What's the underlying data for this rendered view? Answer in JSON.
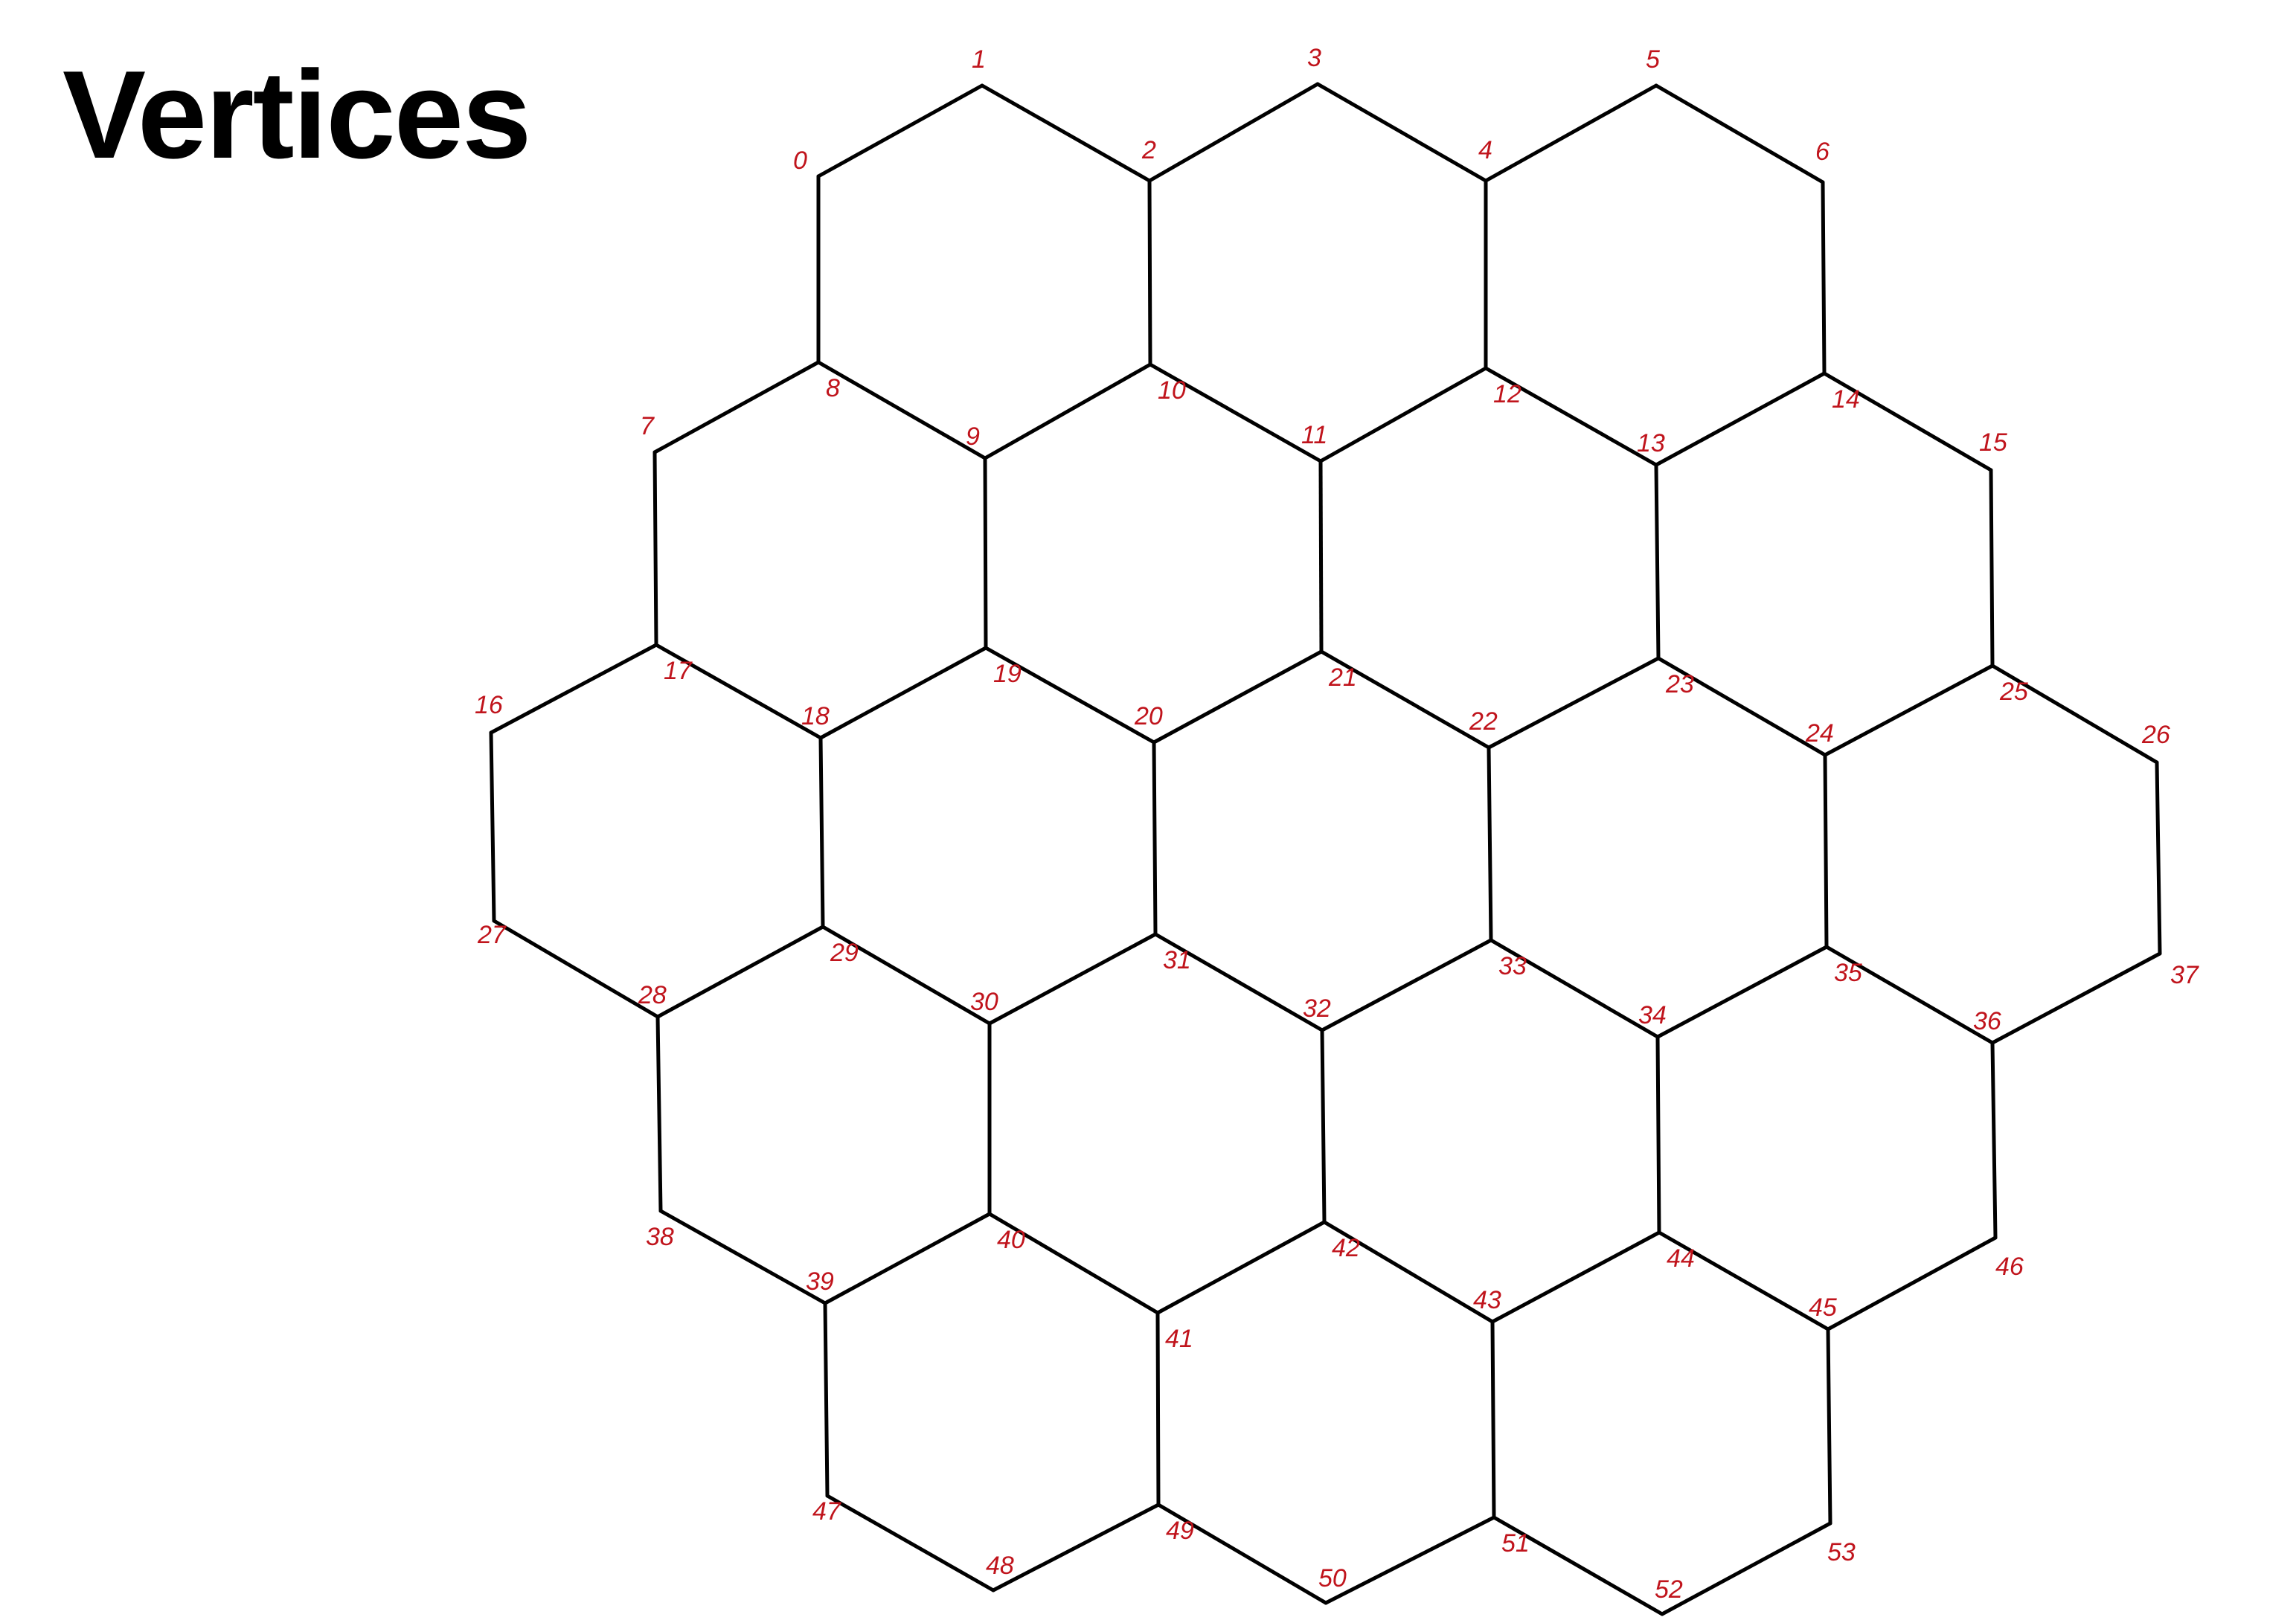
{
  "title": "Vertices",
  "colors": {
    "edges": "#000000",
    "labels": "#c0141c",
    "background": "#ffffff"
  },
  "vertices": [
    {
      "id": "0"
    },
    {
      "id": "1"
    },
    {
      "id": "2"
    },
    {
      "id": "3"
    },
    {
      "id": "4"
    },
    {
      "id": "5"
    },
    {
      "id": "6"
    },
    {
      "id": "7"
    },
    {
      "id": "8"
    },
    {
      "id": "9"
    },
    {
      "id": "10"
    },
    {
      "id": "11"
    },
    {
      "id": "12"
    },
    {
      "id": "13"
    },
    {
      "id": "14"
    },
    {
      "id": "15"
    },
    {
      "id": "16"
    },
    {
      "id": "17"
    },
    {
      "id": "18"
    },
    {
      "id": "19"
    },
    {
      "id": "20"
    },
    {
      "id": "21"
    },
    {
      "id": "22"
    },
    {
      "id": "23"
    },
    {
      "id": "24"
    },
    {
      "id": "25"
    },
    {
      "id": "26"
    },
    {
      "id": "27"
    },
    {
      "id": "28"
    },
    {
      "id": "29"
    },
    {
      "id": "30"
    },
    {
      "id": "31"
    },
    {
      "id": "32"
    },
    {
      "id": "33"
    },
    {
      "id": "34"
    },
    {
      "id": "35"
    },
    {
      "id": "36"
    },
    {
      "id": "37"
    },
    {
      "id": "38"
    },
    {
      "id": "39"
    },
    {
      "id": "40"
    },
    {
      "id": "41"
    },
    {
      "id": "42"
    },
    {
      "id": "43"
    },
    {
      "id": "44"
    },
    {
      "id": "45"
    },
    {
      "id": "46"
    },
    {
      "id": "47"
    },
    {
      "id": "48"
    },
    {
      "id": "49"
    },
    {
      "id": "50"
    },
    {
      "id": "51"
    },
    {
      "id": "52"
    },
    {
      "id": "53"
    }
  ],
  "hexagons": [
    [
      0,
      1,
      2,
      10,
      9,
      8
    ],
    [
      2,
      3,
      4,
      12,
      11,
      10
    ],
    [
      4,
      5,
      6,
      14,
      13,
      12
    ],
    [
      7,
      8,
      9,
      19,
      18,
      17
    ],
    [
      9,
      10,
      11,
      21,
      20,
      19
    ],
    [
      11,
      12,
      13,
      23,
      22,
      21
    ],
    [
      13,
      14,
      15,
      25,
      24,
      23
    ],
    [
      16,
      17,
      18,
      29,
      28,
      27
    ],
    [
      18,
      19,
      20,
      31,
      30,
      29
    ],
    [
      20,
      21,
      22,
      33,
      32,
      31
    ],
    [
      22,
      23,
      24,
      35,
      34,
      33
    ],
    [
      24,
      25,
      26,
      37,
      36,
      35
    ],
    [
      28,
      29,
      30,
      40,
      39,
      38
    ],
    [
      30,
      31,
      32,
      42,
      41,
      40
    ],
    [
      32,
      33,
      34,
      44,
      43,
      42
    ],
    [
      34,
      35,
      36,
      46,
      45,
      44
    ],
    [
      39,
      40,
      41,
      49,
      48,
      47
    ],
    [
      41,
      42,
      43,
      51,
      50,
      49
    ],
    [
      43,
      44,
      45,
      53,
      52,
      51
    ]
  ]
}
